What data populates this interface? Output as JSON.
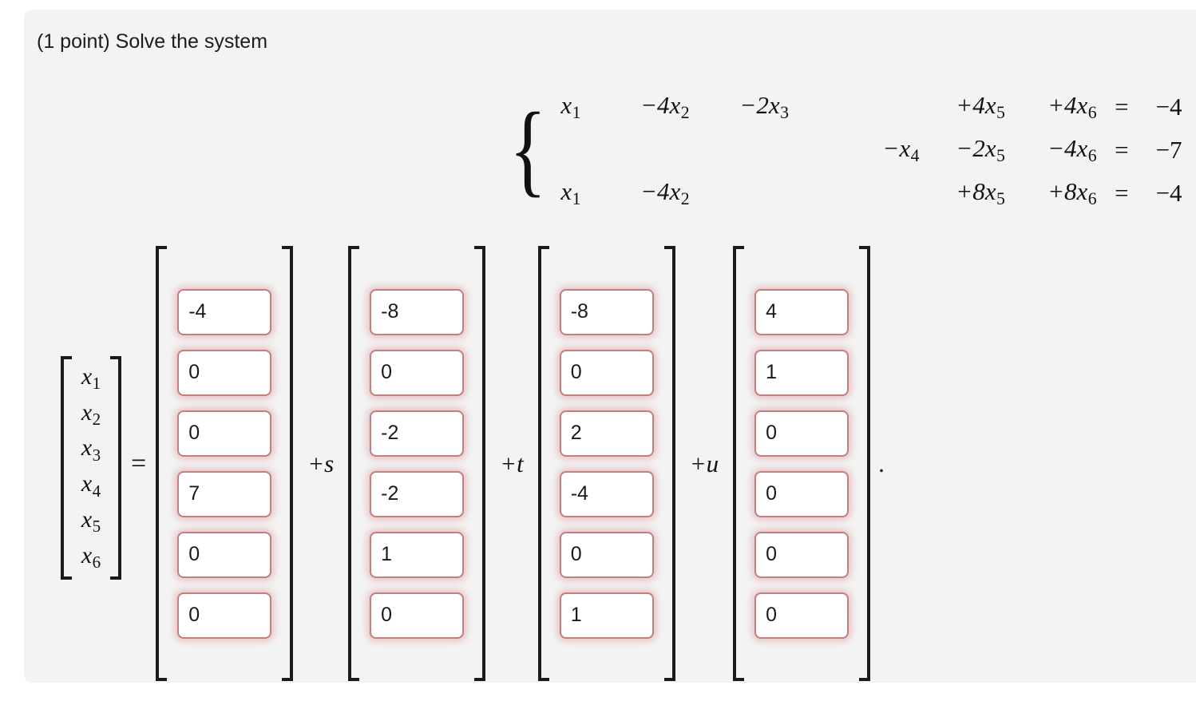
{
  "prompt": "(1 point) Solve the system",
  "system": {
    "left_brace": "{",
    "equals": "=",
    "rows": [
      {
        "c1": "x",
        "c1sub": "1",
        "c2": "−4x",
        "c2sub": "2",
        "c3": "−2x",
        "c3sub": "3",
        "c4": "",
        "c4sub": "",
        "c5": "+4x",
        "c5sub": "5",
        "c6": "+4x",
        "c6sub": "6",
        "eq": "=",
        "rhs": "−4"
      },
      {
        "c1": "",
        "c1sub": "",
        "c2": "",
        "c2sub": "",
        "c3": "",
        "c3sub": "",
        "c4": "−x",
        "c4sub": "4",
        "c5": "−2x",
        "c5sub": "5",
        "c6": "−4x",
        "c6sub": "6",
        "eq": "=",
        "rhs": "−7"
      },
      {
        "c1": "x",
        "c1sub": "1",
        "c2": "−4x",
        "c2sub": "2",
        "c3": "",
        "c3sub": "",
        "c4": "",
        "c4sub": "",
        "c5": "+8x",
        "c5sub": "5",
        "c6": "+8x",
        "c6sub": "6",
        "eq": "=",
        "rhs": "−4"
      }
    ]
  },
  "answer": {
    "equals": "=",
    "variable_vector": {
      "base": "x",
      "entries": [
        "1",
        "2",
        "3",
        "4",
        "5",
        "6"
      ]
    },
    "columns": [
      {
        "coefficient": "",
        "values": [
          "-4",
          "0",
          "0",
          "7",
          "0",
          "0"
        ]
      },
      {
        "coefficient": "+s",
        "values": [
          "-8",
          "0",
          "-2",
          "-2",
          "1",
          "0"
        ]
      },
      {
        "coefficient": "+t",
        "values": [
          "-8",
          "0",
          "2",
          "-4",
          "0",
          "1"
        ]
      },
      {
        "coefficient": "+u",
        "values": [
          "4",
          "1",
          "0",
          "0",
          "0",
          "0"
        ]
      }
    ],
    "trailing_period": ".",
    "input_border_color": "#c37f7f",
    "input_glow_color": "#d68282"
  },
  "colors": {
    "panel_background": "#f3f3f3",
    "page_background": "#ffffff",
    "text": "#1c1c1c"
  }
}
